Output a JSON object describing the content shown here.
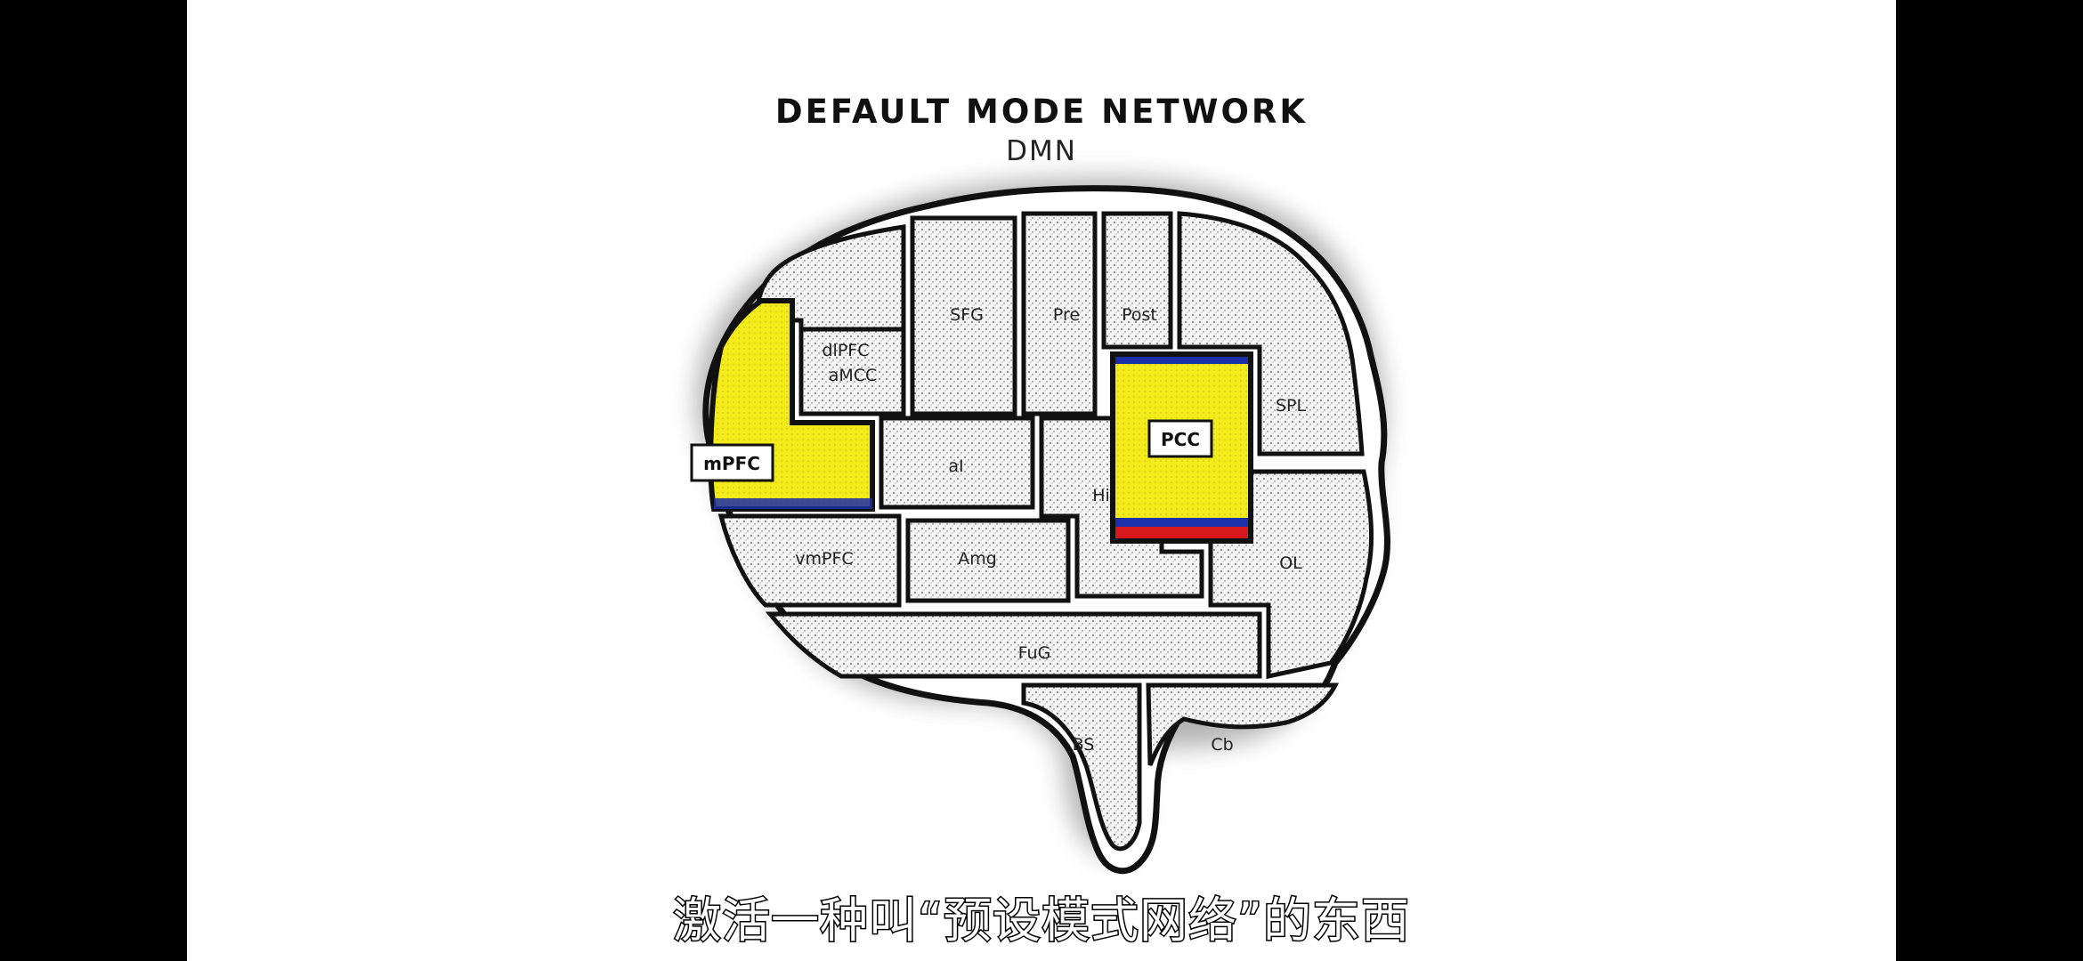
{
  "diagram": {
    "title": "DEFAULT MODE NETWORK",
    "subtitle": "DMN",
    "regions": [
      {
        "id": "dlPFC",
        "label": "dlPFC",
        "highlighted": false
      },
      {
        "id": "aMCC",
        "label": "aMCC",
        "highlighted": false
      },
      {
        "id": "SFG",
        "label": "SFG",
        "highlighted": false
      },
      {
        "id": "Pre",
        "label": "Pre",
        "highlighted": false
      },
      {
        "id": "Post",
        "label": "Post",
        "highlighted": false
      },
      {
        "id": "SPL",
        "label": "SPL",
        "highlighted": false
      },
      {
        "id": "mPFC",
        "label": "mPFC",
        "highlighted": true
      },
      {
        "id": "aI",
        "label": "aI",
        "highlighted": false
      },
      {
        "id": "Hi",
        "label": "Hi",
        "highlighted": false
      },
      {
        "id": "PCC",
        "label": "PCC",
        "highlighted": true
      },
      {
        "id": "vmPFC",
        "label": "vmPFC",
        "highlighted": false
      },
      {
        "id": "Amg",
        "label": "Amg",
        "highlighted": false
      },
      {
        "id": "OL",
        "label": "OL",
        "highlighted": false
      },
      {
        "id": "FuG",
        "label": "FuG",
        "highlighted": false
      },
      {
        "id": "BS",
        "label": "BS",
        "highlighted": false
      },
      {
        "id": "Cb",
        "label": "Cb",
        "highlighted": false
      }
    ]
  },
  "caption": "激活一种叫“预设模式网络”的东西",
  "colors": {
    "highlight": "#f3ea1c",
    "highlight_edge_blue": "#1b2fa8",
    "highlight_edge_red": "#d8191b",
    "region_fill": "#f4f4f4",
    "outline": "#111111"
  }
}
